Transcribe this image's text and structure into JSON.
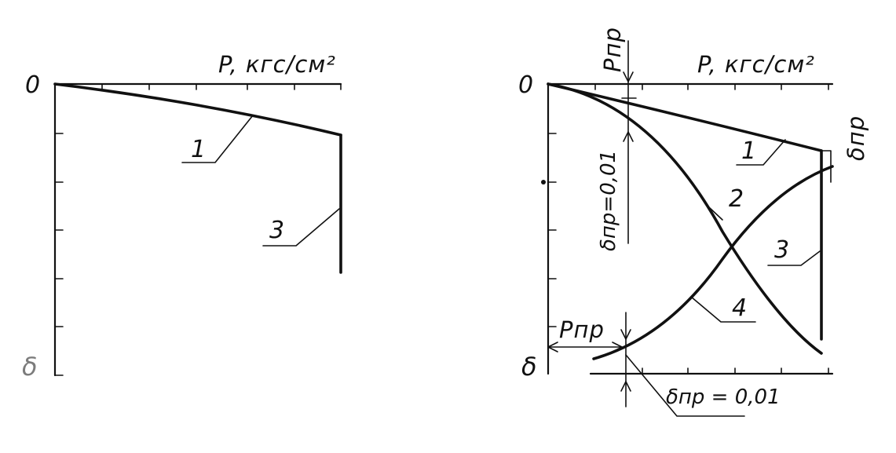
{
  "left_diagram": {
    "origin_label": "0",
    "x_axis_label": "P, кгс/см²",
    "y_axis_label": "δ",
    "curve_labels": [
      "1",
      "3"
    ]
  },
  "right_diagram": {
    "origin_label": "0",
    "x_axis_label": "P, кгс/см²",
    "y_axis_label": "δ",
    "curve_labels": [
      "1",
      "2",
      "3",
      "4"
    ],
    "top_marker_label": "Pпр",
    "bottom_marker_label": "Pпр",
    "vertical_annotation": "δпр=0,01",
    "bottom_annotation": "δпр = 0,01",
    "right_annotation": "δпр"
  },
  "colors": {
    "ink": "#111111",
    "background": "#ffffff"
  }
}
